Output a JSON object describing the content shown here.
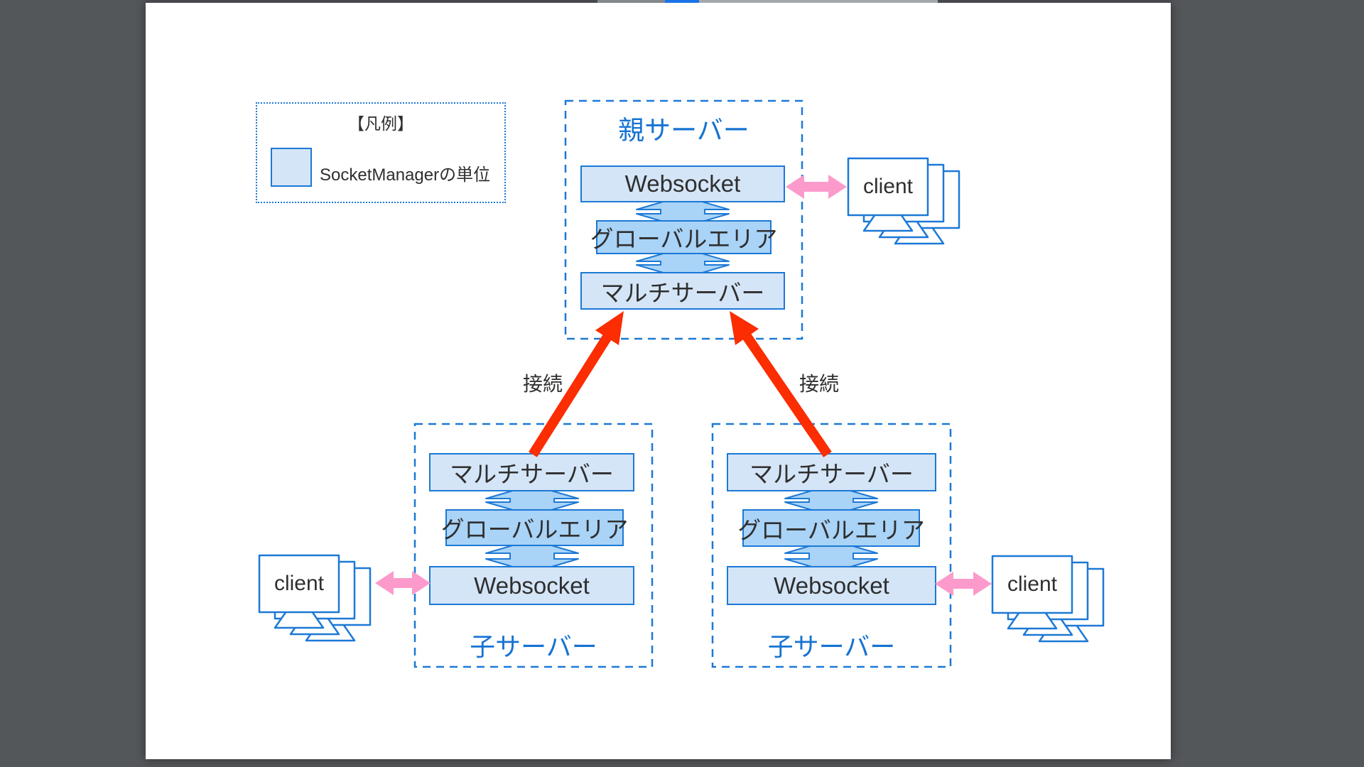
{
  "viewer": {
    "background_color": "#54575a",
    "scroll_indicator_color": "#1a73e8"
  },
  "legend": {
    "title": "【凡例】",
    "swatch_label": "SocketManagerの単位"
  },
  "parent_server": {
    "title": "親サーバー",
    "layers": [
      "Websocket",
      "グローバルエリア",
      "マルチサーバー"
    ]
  },
  "child_server_left": {
    "title": "子サーバー",
    "layers": [
      "マルチサーバー",
      "グローバルエリア",
      "Websocket"
    ]
  },
  "child_server_right": {
    "title": "子サーバー",
    "layers": [
      "マルチサーバー",
      "グローバルエリア",
      "Websocket"
    ]
  },
  "connections": {
    "left_label": "接続",
    "right_label": "接続"
  },
  "clients": {
    "top_right_label": "client",
    "bottom_left_label": "client",
    "bottom_right_label": "client"
  },
  "colors": {
    "box_fill_light": "#d4e5f7",
    "box_fill_medium": "#a9d3f7",
    "shape_stroke_blue": "#1c79d6",
    "title_blue": "#1673d2",
    "connect_arrow_red": "#fb2d01",
    "client_arrow_pink": "#fc9bcb",
    "text_dark": "#2f2f2f"
  }
}
